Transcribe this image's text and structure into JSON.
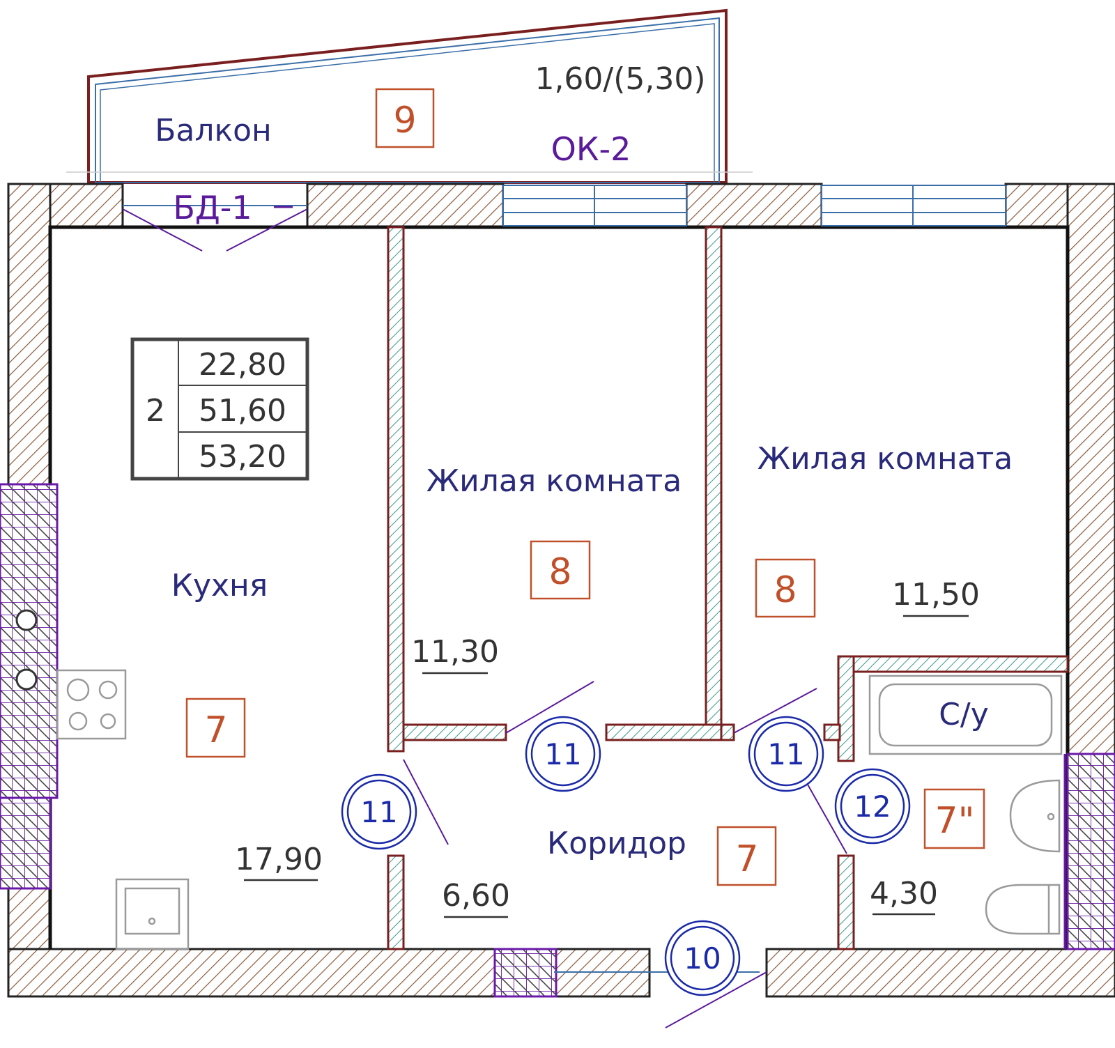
{
  "colors": {
    "wall_outline": "#7a1f1f",
    "wall_hatch": "#8b5a3c",
    "partition_hatch": "#3a9a8a",
    "room_text": "#2a2a7a",
    "number_box": "#c0502a",
    "circle_marker": "#1a2aa8",
    "mark_text": "#5a1a9a",
    "equipment": "#6a1aa8",
    "glass": "#3a6ea8",
    "fixture": "#9a9a9a"
  },
  "balcony": {
    "label": "Балкон",
    "area": "1,60/(5,30)",
    "number": "9",
    "window_mark": "ОК-2"
  },
  "door_mark": "БД-1",
  "stamp": {
    "rooms": "2",
    "living_area": "22,80",
    "total_area": "51,60",
    "total_with_balcony": "53,20"
  },
  "rooms": {
    "kitchen": {
      "label": "Кухня",
      "number": "7",
      "area": "17,90"
    },
    "living1": {
      "label": "Жилая комната",
      "number": "8",
      "area": "11,30"
    },
    "living2": {
      "label": "Жилая комната",
      "number": "8",
      "area": "11,50"
    },
    "corridor": {
      "label": "Коридор",
      "number": "7",
      "area": "6,60"
    },
    "bathroom": {
      "label": "С/у",
      "number": "7\"",
      "area": "4,30"
    }
  },
  "door_markers": {
    "kitchen_door": "11",
    "living1_door": "11",
    "living2_door": "11",
    "bathroom_door": "12",
    "entrance_door": "10"
  }
}
